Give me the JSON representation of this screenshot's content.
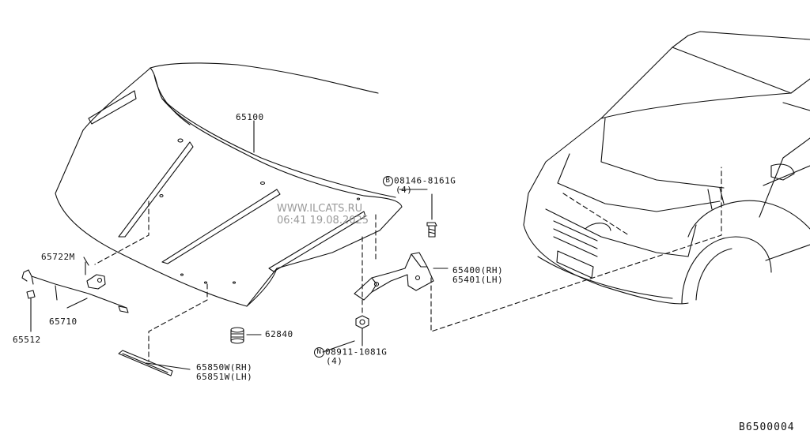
{
  "watermark": {
    "site": "WWW.ILCATS.RU",
    "stamp": "06:41 19.08.2025"
  },
  "diagram_code": "B6500004",
  "parts": {
    "hood": {
      "number": "65100"
    },
    "hood_lock_striker": {
      "number": "65722M"
    },
    "hood_rod": {
      "number": "65710"
    },
    "rod_clip": {
      "number": "65512"
    },
    "bumper_rubber": {
      "number": "62840"
    },
    "seal_rh": {
      "number": "65850W(RH)"
    },
    "seal_lh": {
      "number": "65851W(LH)"
    },
    "hinge_rh": {
      "number": "65400(RH)"
    },
    "hinge_lh": {
      "number": "65401(LH)"
    },
    "bolt": {
      "prefix": "B",
      "number": "08146-8161G",
      "qty": "(4)"
    },
    "nut": {
      "prefix": "N",
      "number": "08911-1081G",
      "qty": "(4)"
    }
  }
}
